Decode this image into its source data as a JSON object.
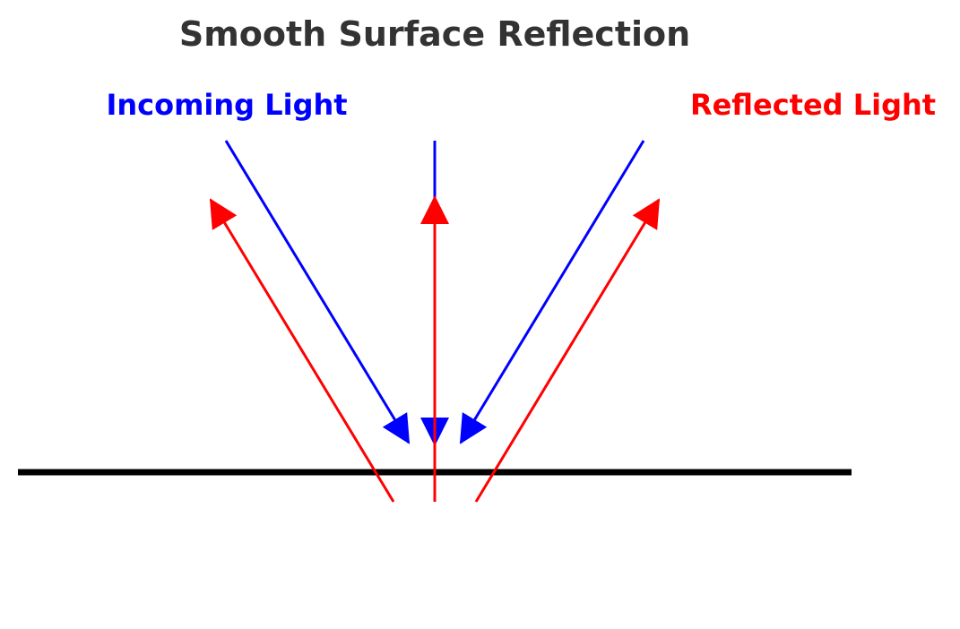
{
  "title": "Smooth Surface Reflection",
  "labels": {
    "incoming": "Incoming Light",
    "reflected": "Reflected Light"
  },
  "colors": {
    "title": "#333333",
    "incoming": "#0000ff",
    "reflected": "#ff0000",
    "surface": "#000000",
    "background": "#ffffff"
  }
}
